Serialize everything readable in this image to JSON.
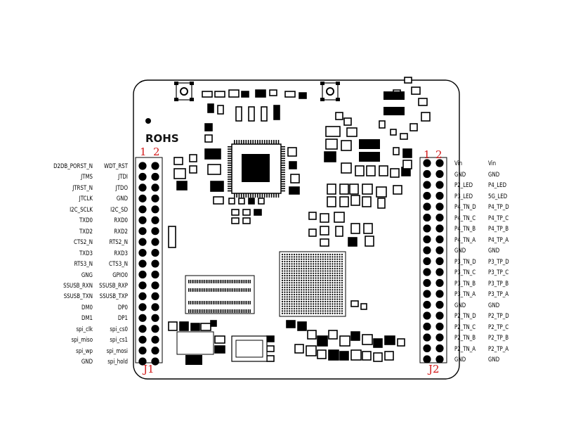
{
  "board": {
    "marking": "ROHS",
    "accent_color": "#d21a1a"
  },
  "j1": {
    "name": "J1",
    "pin1": "1",
    "pin2": "2",
    "rows": [
      {
        "a": "D2DB_PORST_N",
        "b": "WDT_RST"
      },
      {
        "a": "JTMS",
        "b": "JTDI"
      },
      {
        "a": "JTRST_N",
        "b": "JTDO"
      },
      {
        "a": "JTCLK",
        "b": "GND"
      },
      {
        "a": "I2C_SCLK",
        "b": "I2C_SD"
      },
      {
        "a": "TXD0",
        "b": "RXD0"
      },
      {
        "a": "TXD2",
        "b": "RXD2"
      },
      {
        "a": "CTS2_N",
        "b": "RTS2_N"
      },
      {
        "a": "TXD3",
        "b": "RXD3"
      },
      {
        "a": "RTS3_N",
        "b": "CTS3_N"
      },
      {
        "a": "GNG",
        "b": "GPIO0"
      },
      {
        "a": "SSUSB_RXN",
        "b": "SSUSB_RXP"
      },
      {
        "a": "SSUSB_TXN",
        "b": "SSUSB_TXP"
      },
      {
        "a": "DM0",
        "b": "DP0"
      },
      {
        "a": "DM1",
        "b": "DP1"
      },
      {
        "a": "spi_clk",
        "b": "spi_cs0"
      },
      {
        "a": "spi_miso",
        "b": "spi_cs1"
      },
      {
        "a": "spi_wp",
        "b": "spi_mosi"
      },
      {
        "a": "GND",
        "b": "spi_hold"
      }
    ]
  },
  "j2": {
    "name": "J2",
    "pin1": "1",
    "pin2": "2",
    "rows": [
      {
        "a": "Vin",
        "b": "Vin"
      },
      {
        "a": "GND",
        "b": "GND"
      },
      {
        "a": "P2_LED",
        "b": "P4_LED"
      },
      {
        "a": "P3_LED",
        "b": "5G_LED"
      },
      {
        "a": "P4_TN_D",
        "b": "P4_TP_D"
      },
      {
        "a": "P4_TN_C",
        "b": "P4_TP_C"
      },
      {
        "a": "P4_TN_B",
        "b": "P4_TP_B"
      },
      {
        "a": "P4_TN_A",
        "b": "P4_TP_A"
      },
      {
        "a": "GND",
        "b": "GND"
      },
      {
        "a": "P3_TN_D",
        "b": "P3_TP_D"
      },
      {
        "a": "P3_TN_C",
        "b": "P3_TP_C"
      },
      {
        "a": "P3_TN_B",
        "b": "P3_TP_B"
      },
      {
        "a": "P3_TN_A",
        "b": "P3_TP_A"
      },
      {
        "a": "GND",
        "b": "GND"
      },
      {
        "a": "P2_TN_D",
        "b": "P2_TP_D"
      },
      {
        "a": "P2_TN_C",
        "b": "P2_TP_C"
      },
      {
        "a": "P2_TN_B",
        "b": "P2_TP_B"
      },
      {
        "a": "P2_TN_A",
        "b": "P2_TP_A"
      },
      {
        "a": "GND",
        "b": "GND"
      }
    ]
  }
}
